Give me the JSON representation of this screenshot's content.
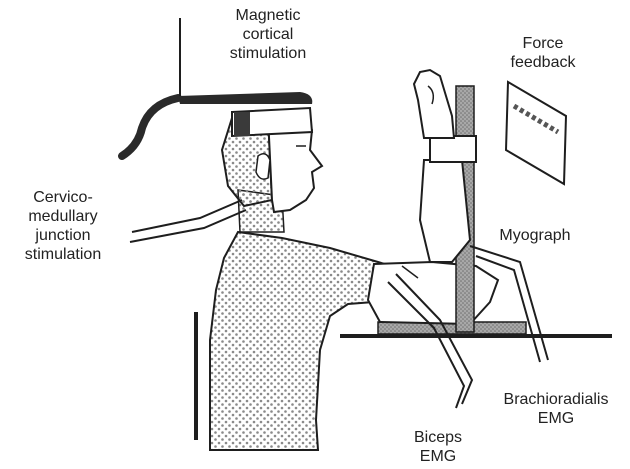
{
  "labels": {
    "magnetic": [
      "Magnetic",
      "cortical",
      "stimulation"
    ],
    "force": [
      "Force",
      "feedback"
    ],
    "cervico": [
      "Cervico-",
      "medullary",
      "junction",
      "stimulation"
    ],
    "myograph": [
      "Myograph"
    ],
    "brachio": [
      "Brachioradialis",
      "EMG"
    ],
    "biceps": [
      "Biceps",
      "EMG"
    ]
  },
  "colors": {
    "ink": "#1e1e1e",
    "shirt_pattern": "#8a8a8a",
    "gray_fill": "#9a9a9a",
    "background": "#ffffff"
  }
}
